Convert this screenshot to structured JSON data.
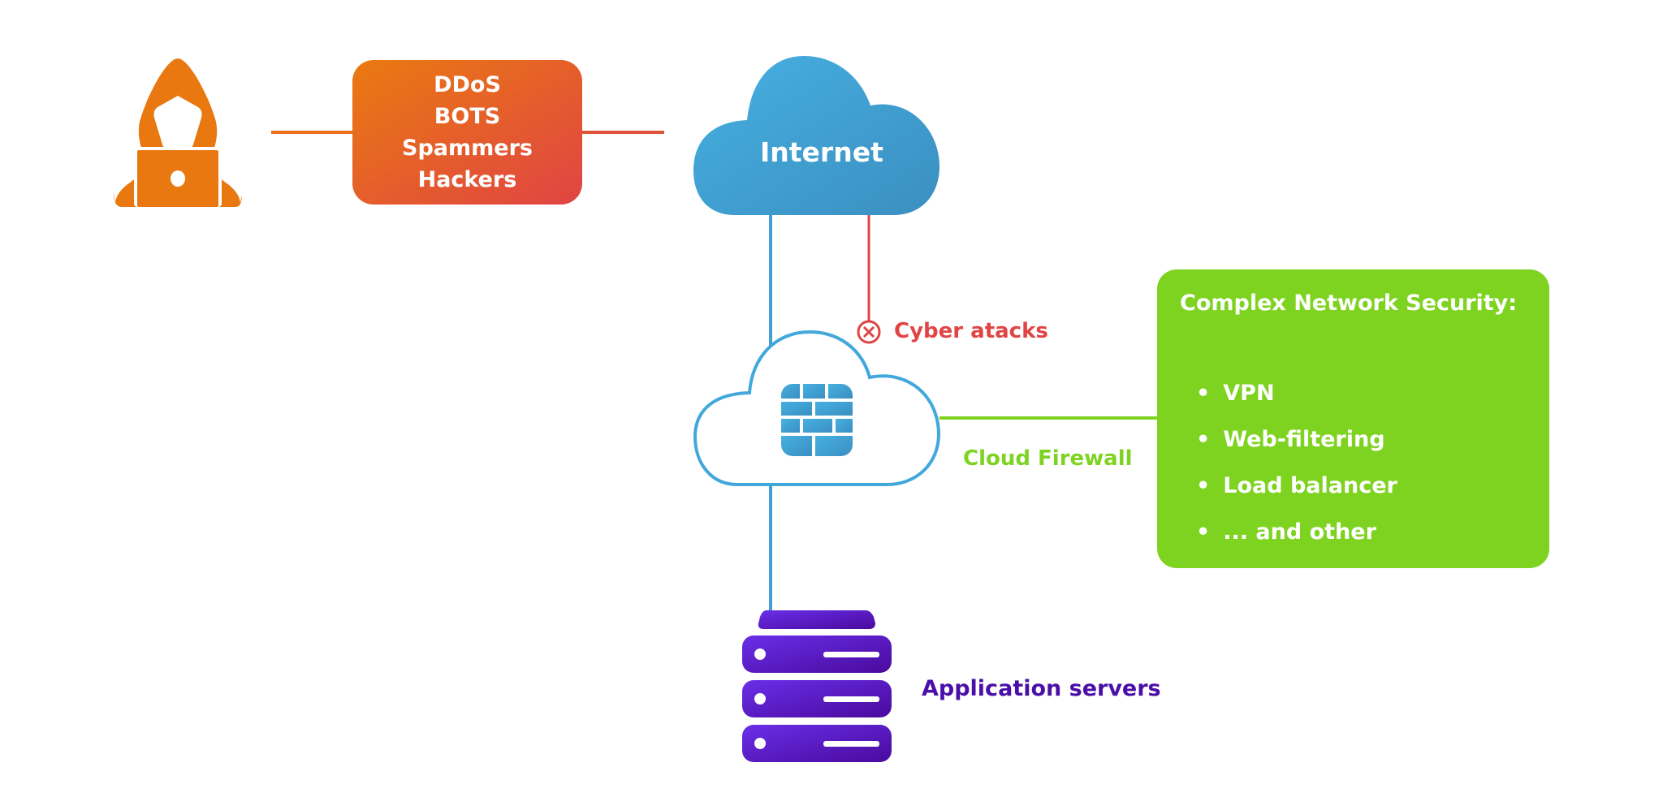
{
  "threats": {
    "items": [
      "DDoS",
      "BOTS",
      "Spammers",
      "Hackers"
    ]
  },
  "internet": {
    "label": "Internet"
  },
  "attack": {
    "label": "Cyber atacks"
  },
  "firewall": {
    "label": "Cloud Firewall"
  },
  "security": {
    "title": "Complex Network Security:",
    "items": [
      "VPN",
      "Web-filtering",
      "Load balancer",
      "... and other"
    ]
  },
  "servers": {
    "label": "Application servers"
  },
  "colors": {
    "orange": "#e8780f",
    "red": "#e04444",
    "blue": "#42a8dc",
    "green": "#7ed321",
    "purple": "#4a0fa8"
  }
}
